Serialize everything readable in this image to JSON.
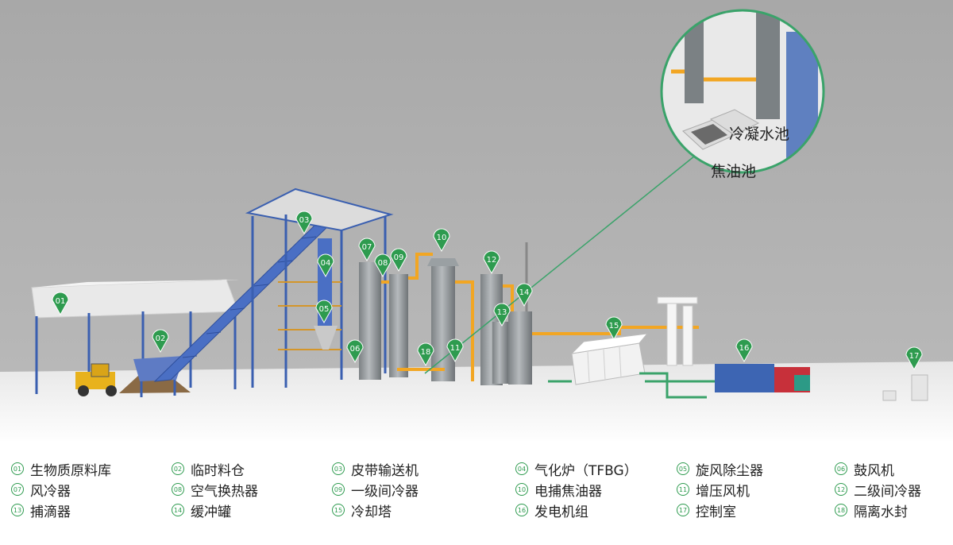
{
  "markers": [
    "01",
    "02",
    "03",
    "04",
    "05",
    "06",
    "07",
    "08",
    "09",
    "10",
    "11",
    "12",
    "13",
    "14",
    "15",
    "16",
    "17",
    "18"
  ],
  "callout": {
    "label_top": "冷凝水池",
    "label_bottom": "焦油池"
  },
  "legend": [
    {
      "num": "01",
      "label": "生物质原料库"
    },
    {
      "num": "02",
      "label": "临时料仓"
    },
    {
      "num": "03",
      "label": "皮带输送机"
    },
    {
      "num": "04",
      "label": "气化炉（TFBG）"
    },
    {
      "num": "05",
      "label": "旋风除尘器"
    },
    {
      "num": "06",
      "label": "鼓风机"
    },
    {
      "num": "07",
      "label": "风冷器"
    },
    {
      "num": "08",
      "label": "空气换热器"
    },
    {
      "num": "09",
      "label": "一级间冷器"
    },
    {
      "num": "10",
      "label": "电捕焦油器"
    },
    {
      "num": "11",
      "label": "增压风机"
    },
    {
      "num": "12",
      "label": "二级间冷器"
    },
    {
      "num": "13",
      "label": "捕滴器"
    },
    {
      "num": "14",
      "label": "缓冲罐"
    },
    {
      "num": "15",
      "label": "冷却塔"
    },
    {
      "num": "16",
      "label": "发电机组"
    },
    {
      "num": "17",
      "label": "控制室"
    },
    {
      "num": "18",
      "label": "隔离水封"
    }
  ],
  "colors": {
    "marker_green": "#2e9b4f",
    "sky": "#ababab",
    "ground": "#efefef",
    "structure_blue": "#3a5fb0",
    "pipe_orange": "#f2a623",
    "pipe_green": "#3aa36a"
  }
}
